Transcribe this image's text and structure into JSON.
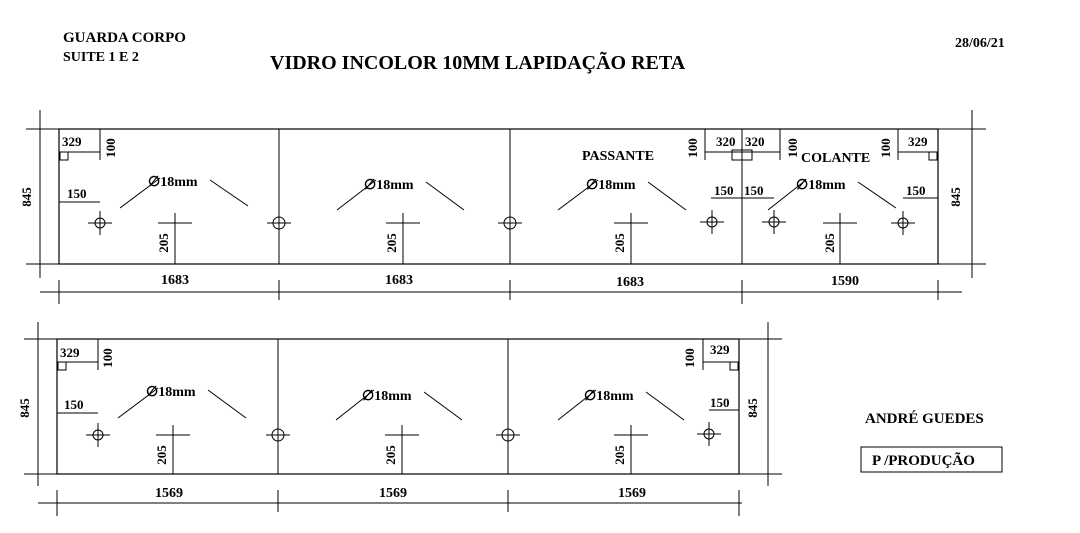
{
  "header": {
    "project_line1": "GUARDA CORPO",
    "project_line2": "SUITE 1 E 2",
    "title": "VIDRO INCOLOR 10MM  LAPIDAÇÃO RETA",
    "date": "28/06/21"
  },
  "panel_height": "845",
  "hole_diameter": "∅18mm",
  "dimensions": {
    "edge_offset": "329",
    "edge_offset_vertical": "100",
    "hole_offset": "150",
    "hole_height": "205",
    "center_offset": "320"
  },
  "hardware": {
    "passante": "PASSANTE",
    "colante": "COLANTE"
  },
  "row1": {
    "widths": [
      "1683",
      "1683",
      "1683",
      "1590"
    ]
  },
  "row2": {
    "widths": [
      "1569",
      "1569",
      "1569"
    ]
  },
  "footer": {
    "signature": "ANDRÉ GUEDES",
    "stamp": "P /PRODUÇÃO"
  }
}
